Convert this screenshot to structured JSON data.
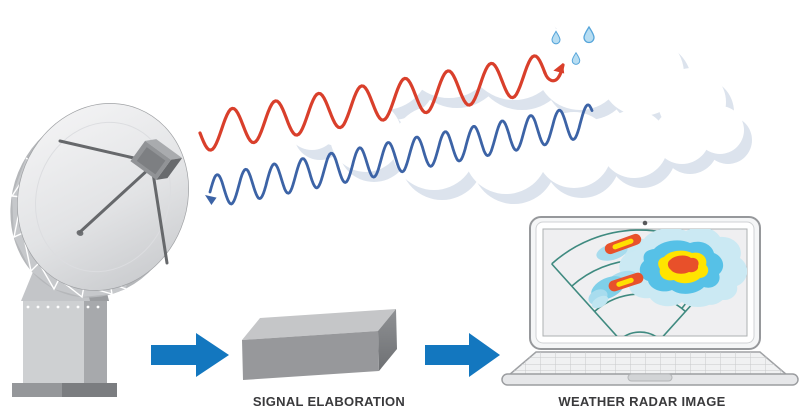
{
  "diagram": {
    "labels": {
      "signal_elaboration": "SIGNAL ELABORATION",
      "weather_radar_image": "WEATHER RADAR IMAGE"
    },
    "colors": {
      "background": "#ffffff",
      "flow_arrow_blue": "#1377bf",
      "transmitted_wave_red": "#d93f2b",
      "reflected_wave_blue": "#3c63a6",
      "cloud_fill": "#ffffff",
      "cloud_shadow": "#dce3ed",
      "raindrop_fill": "#b7ddf2",
      "raindrop_outline": "#56a5da",
      "dish_light_gray": "#f6f6f7",
      "dish_dark_gray": "#c2c4c7",
      "processor_box_top": "#c5c6c8",
      "processor_box_front": "#97989b",
      "processor_box_side": "#77797c",
      "radar_sweep_teal": "#3f8a80",
      "echo_light_rain": "#cbe9f3",
      "echo_moderate_rain": "#56c1e7",
      "echo_heavy_rain": "#ffe400",
      "echo_severe_rain": "#e8502a",
      "label_text": "#3a3a3c"
    },
    "icons": [
      "radar-dish-icon",
      "rain-cloud-icon",
      "raindrop-icon",
      "transmitted-wave-icon",
      "reflected-wave-icon",
      "flow-arrow-icon",
      "signal-processor-box-icon",
      "laptop-icon",
      "radar-sweep-icon",
      "precipitation-echo-icon"
    ],
    "raindrop_count": 3
  }
}
